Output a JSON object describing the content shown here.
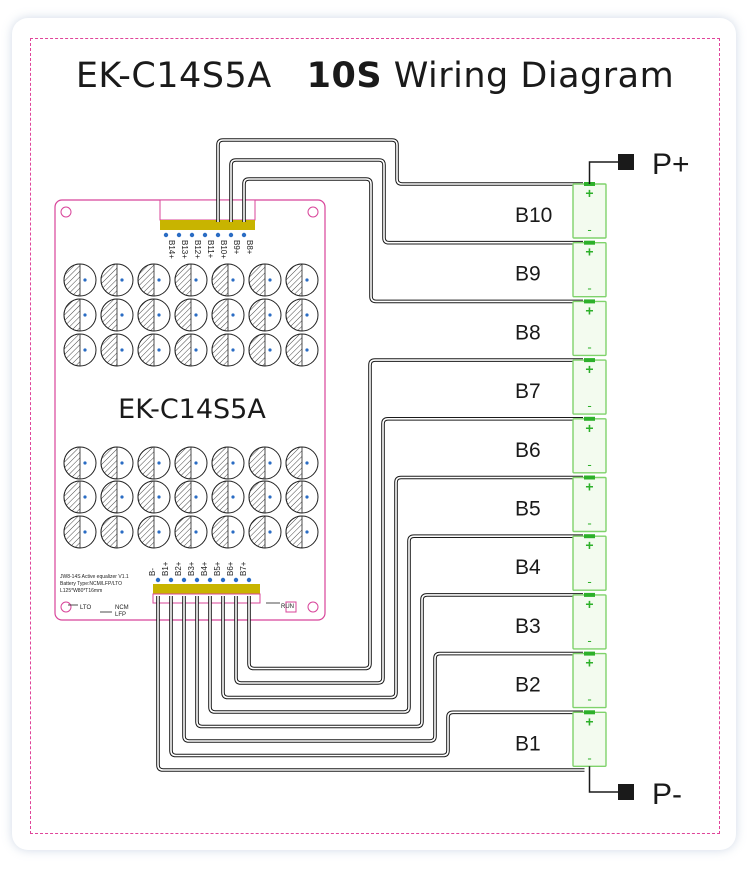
{
  "title": {
    "model": "EK-C14S5A",
    "bold": "10S",
    "rest": "Wiring Diagram"
  },
  "board": {
    "name": "EK-C14S5A",
    "top_pins": [
      "B14+",
      "B13+",
      "B12+",
      "B11+",
      "B10+",
      "B9+",
      "B8+"
    ],
    "bottom_pins": [
      "B-",
      "B1+",
      "B2+",
      "B3+",
      "B4+",
      "B5+",
      "B6+",
      "B7+"
    ],
    "info_lines": [
      "JW8-14S Active equalizer V1.1",
      "Battery Type:NCM/LFP/LTO",
      "L125*W80*T16mm"
    ],
    "switch_labels": {
      "lto": "LTO",
      "ncm": "NCM",
      "lfp": "LFP",
      "run": "RUN"
    }
  },
  "cells": [
    "B10",
    "B9",
    "B8",
    "B7",
    "B6",
    "B5",
    "B4",
    "B3",
    "B2",
    "B1"
  ],
  "cell_plus": "+",
  "cell_minus": "-",
  "terminals": {
    "positive": "P+",
    "negative": "P-"
  },
  "colors": {
    "board_outline": "#d8449a",
    "pin_header": "#c8b400",
    "cell_outline": "#7fd26b",
    "cell_fill": "#f3fbef",
    "wire": "#1a1a1a"
  }
}
